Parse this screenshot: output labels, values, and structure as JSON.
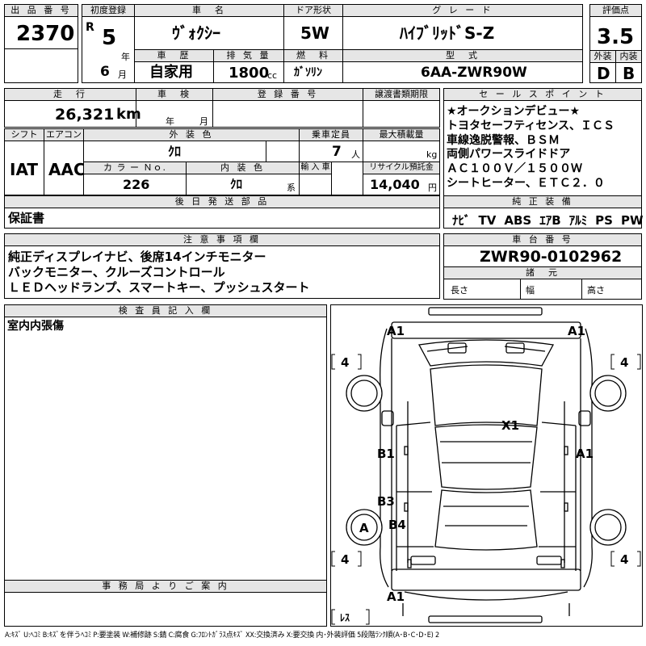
{
  "lot": {
    "label": "出 品 番 号",
    "value": "2370"
  },
  "first_reg": {
    "label": "初度登録",
    "era": "R",
    "year": "5",
    "year_unit": "年",
    "month": "6",
    "month_unit": "月"
  },
  "car_name": {
    "label": "車　名",
    "value": "ｳﾞｫｸｼｰ"
  },
  "doors": {
    "label": "ドア形状",
    "value": "5W"
  },
  "grade": {
    "label": "グ レ ー ド",
    "value": "ﾊｲﾌﾞﾘｯﾄﾞS-Z"
  },
  "score": {
    "label": "評価点",
    "value": "3.5"
  },
  "history": {
    "label": "車　歴",
    "value": "自家用"
  },
  "displacement": {
    "label": "排 気 量",
    "value": "1800",
    "unit": "cc"
  },
  "fuel": {
    "label": "燃　料",
    "value": "ｶﾞｿﾘﾝ"
  },
  "model": {
    "label": "型　式",
    "value": "6AA-ZWR90W"
  },
  "exterior_grade": {
    "label": "外装",
    "value": "D"
  },
  "interior_grade": {
    "label": "内装",
    "value": "B"
  },
  "mileage": {
    "label": "走　行",
    "value": "26,321",
    "unit": "km"
  },
  "inspection": {
    "label": "車　検",
    "year_unit": "年",
    "month_unit": "月"
  },
  "reg_no": {
    "label": "登 録 番 号"
  },
  "transfer": {
    "label": "譲渡書類期限"
  },
  "shift": {
    "label": "シフト",
    "value": "IAT"
  },
  "ac": {
    "label": "エアコン",
    "value": "AAC"
  },
  "ext_color": {
    "label": "外 装 色",
    "value": "ｸﾛ"
  },
  "capacity": {
    "label": "乗車定員",
    "value": "7",
    "unit": "人"
  },
  "load": {
    "label": "最大積載量",
    "unit": "kg"
  },
  "color_no": {
    "label": "カ ラ ー Ｎｏ.",
    "value": "226"
  },
  "int_color": {
    "label": "内 装 色",
    "value": "ｸﾛ",
    "unit": "系"
  },
  "import": {
    "label": "輸 入 車"
  },
  "recycle": {
    "label": "リサイクル預託金",
    "value": "14,040",
    "unit": "円"
  },
  "sales_points": {
    "label": "セ ー ル ス ポ イ ン ト",
    "lines": [
      "★オークションデビュー★",
      "トヨタセーフティセンス、ＩＣＳ",
      "車線逸脱警報、ＢＳＭ",
      "両側パワースライドドア",
      "ＡＣ１００Ｖ／１５００Ｗ",
      "シートヒーター、ＥＴＣ２．０"
    ]
  },
  "equipment": {
    "label": "純 正 装 備",
    "items": [
      "ﾅﾋﾞ",
      "TV",
      "ABS",
      "ｴｱB",
      "ｱﾙﾐ",
      "PS",
      "PW"
    ]
  },
  "later_parts": {
    "label": "後 日 発 送 部 品",
    "value": "保証書"
  },
  "notes": {
    "label": "注 意 事 項 欄",
    "lines": [
      "純正ディスプレイナビ、後席14インチモニター",
      "バックモニター、クルーズコントロール",
      "ＬＥＤヘッドランプ、スマートキー、プッシュスタート"
    ]
  },
  "chassis": {
    "label": "車 台 番 号",
    "value": "ZWR90-0102962"
  },
  "specs": {
    "label": "諸　元",
    "length": "長さ",
    "width": "幅",
    "height": "高さ"
  },
  "inspector": {
    "label": "検 査 員 記 入 欄",
    "value": "室内内張傷"
  },
  "office": {
    "label": "事 務 局 よ り ご 案 内"
  },
  "diagram_marks": {
    "front_left": "A1",
    "front_right": "A1",
    "tire_fl": "4",
    "tire_fr": "4",
    "tire_rl": "4",
    "tire_rr": "4",
    "roof": "X1",
    "left_front_door": "B1",
    "right_front_door": "A1",
    "left_slide_door": "B3",
    "left_rear_wheel": "A",
    "left_rear_panel": "B4",
    "rear": "A1",
    "rear_note": "ﾚｽ"
  },
  "legend": "A:ｷｽﾞ U:ﾍｺﾐ B:ｷｽﾞを伴うﾍｺﾐ P:要塗装 W:補修跡 S:錆 C:腐食 G:ﾌﾛﾝﾄｶﾞﾗｽ点ｷｽﾞ XX:交換済み X:要交換 内･外装評価 5段階ﾗﾝｸ順(A･B･C･D･E) 2"
}
